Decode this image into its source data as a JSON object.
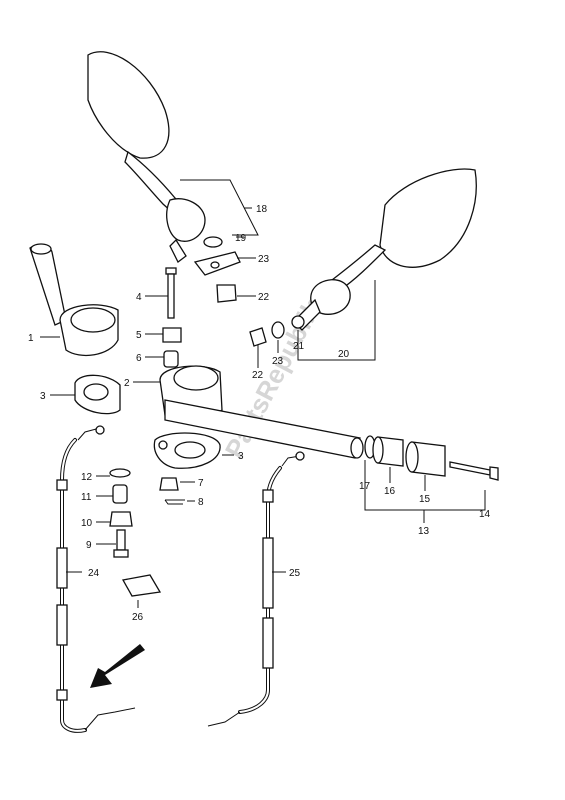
{
  "watermark": "PartsRepublik",
  "callouts": [
    {
      "id": "c1",
      "label": "1"
    },
    {
      "id": "c2",
      "label": "2"
    },
    {
      "id": "c3a",
      "label": "3"
    },
    {
      "id": "c3b",
      "label": "3"
    },
    {
      "id": "c4",
      "label": "4"
    },
    {
      "id": "c5",
      "label": "5"
    },
    {
      "id": "c6",
      "label": "6"
    },
    {
      "id": "c7",
      "label": "7"
    },
    {
      "id": "c8",
      "label": "8"
    },
    {
      "id": "c9",
      "label": "9"
    },
    {
      "id": "c10",
      "label": "10"
    },
    {
      "id": "c11",
      "label": "11"
    },
    {
      "id": "c12",
      "label": "12"
    },
    {
      "id": "c13",
      "label": "13"
    },
    {
      "id": "c14",
      "label": "14"
    },
    {
      "id": "c15",
      "label": "15"
    },
    {
      "id": "c16",
      "label": "16"
    },
    {
      "id": "c17",
      "label": "17"
    },
    {
      "id": "c18",
      "label": "18"
    },
    {
      "id": "c19",
      "label": "19"
    },
    {
      "id": "c20",
      "label": "20"
    },
    {
      "id": "c21",
      "label": "21"
    },
    {
      "id": "c22a",
      "label": "22"
    },
    {
      "id": "c22b",
      "label": "22"
    },
    {
      "id": "c23a",
      "label": "23"
    },
    {
      "id": "c23b",
      "label": "23"
    },
    {
      "id": "c24",
      "label": "24"
    },
    {
      "id": "c25",
      "label": "25"
    },
    {
      "id": "c26",
      "label": "26"
    }
  ]
}
